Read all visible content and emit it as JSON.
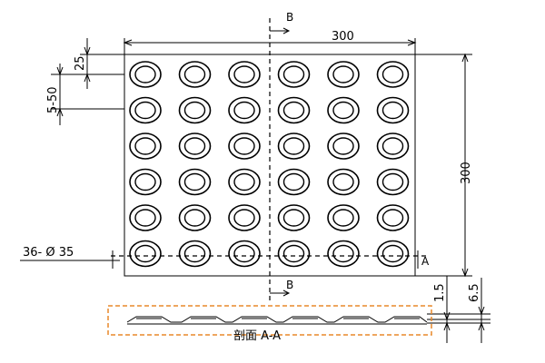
{
  "labels": {
    "width_dim": "300",
    "height_dim": "300",
    "pitch_dim": "5-50",
    "edge_dim": "25",
    "dot_dim": "36- Ø 35",
    "section_mark": "B",
    "section_mark_bottom": "B",
    "section_a_mark": "A",
    "thickness_dim": "1.5",
    "total_height_dim": "6.5",
    "section_title": "剖面 A-A"
  },
  "grid": {
    "rows": 6,
    "cols": 6
  },
  "colors": {
    "line": "#000000",
    "section_frame": "#e8892a",
    "background": "#ffffff"
  }
}
